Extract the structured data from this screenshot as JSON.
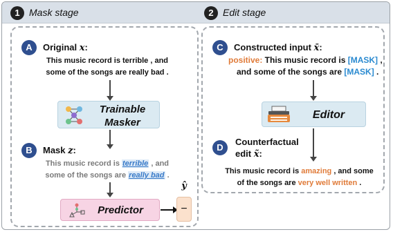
{
  "stages": [
    {
      "number": "1",
      "title": "Mask stage"
    },
    {
      "number": "2",
      "title": "Edit stage"
    }
  ],
  "mask_stage": {
    "step_a": {
      "badge": "A",
      "heading_prefix": "Original ",
      "heading_var": "x",
      "heading_suffix": ":",
      "line1": "This music record is terrible , and",
      "line2": "some of the songs are really bad ."
    },
    "masker": {
      "line1": "Trainable",
      "line2": "Masker",
      "icon": "network-icon"
    },
    "step_b": {
      "badge": "B",
      "heading_prefix": "Mask ",
      "heading_var": "z",
      "heading_suffix": ":",
      "line1_pre": "This music record is ",
      "line1_mark": "terrible",
      "line1_post": " , and",
      "line2_pre": "some of the songs are ",
      "line2_mark": "really bad",
      "line2_post": " ."
    },
    "predictor": {
      "label": "Predictor",
      "icon": "graph-icon"
    },
    "output": {
      "label": "ŷ",
      "value": "−"
    }
  },
  "edit_stage": {
    "step_c": {
      "badge": "C",
      "heading_prefix": "Constructed input ",
      "heading_var": "x̄",
      "heading_suffix": ":",
      "prompt_word": "positive:",
      "line1_rest": " This music record is ",
      "mask1": "[MASK]",
      "line1_end": " ,",
      "line2_pre": "and some of the songs are ",
      "mask2": "[MASK]",
      "line2_end": " ."
    },
    "editor": {
      "label": "Editor",
      "icon": "typewriter-icon"
    },
    "step_d": {
      "badge": "D",
      "heading_line1": "Counterfactual",
      "heading_prefix": "edit ",
      "heading_var": "x̃",
      "heading_suffix": ":",
      "line1_pre": "This music record is ",
      "line1_fill": "amazing",
      "line1_post": " , and some",
      "line2_pre": "of the songs are ",
      "line2_fill": "very well written",
      "line2_post": " ."
    }
  },
  "colors": {
    "accent_orange": "#e07b39",
    "accent_blue": "#2a8ad0",
    "badge_blue": "#2f4f8f"
  }
}
